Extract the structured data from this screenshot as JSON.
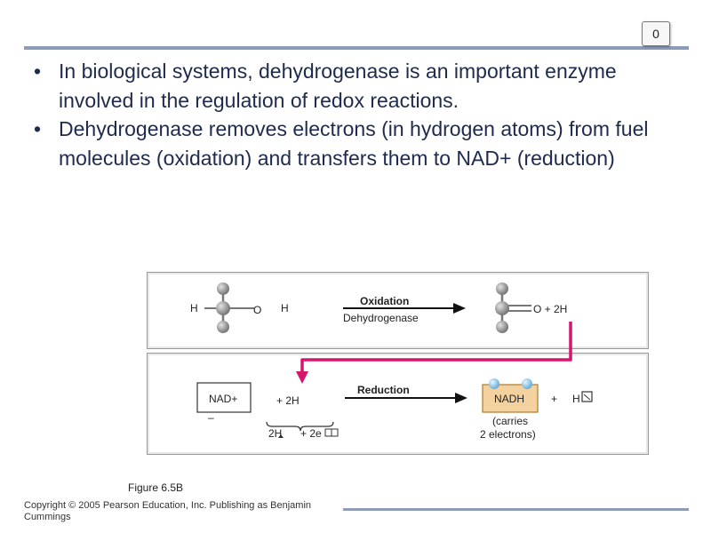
{
  "slide": {
    "number": "0"
  },
  "bullets": [
    "In biological systems, dehydrogenase is an important enzyme involved in the regulation of redox reactions.",
    "Dehydrogenase removes electrons (in hydrogen atoms) from fuel molecules (oxidation) and transfers them to NAD+ (reduction)"
  ],
  "bullet_symbol": "•",
  "diagram": {
    "top": {
      "h_left": "H",
      "o_left": "O",
      "h_right": "H",
      "oxidation": "Oxidation",
      "dehydrogenase": "Dehydrogenase",
      "product": "O  +  2H"
    },
    "bottom": {
      "nad": "NAD+",
      "minus": "–",
      "plus_2h": "+  2H",
      "two_h": "2H",
      "plus_2e": "+  2e",
      "reduction": "Reduction",
      "nadh": "NADH",
      "plus": "+",
      "h_ion": "H",
      "carries_1": "(carries",
      "carries_2": "2 electrons)"
    },
    "colors": {
      "arrow": "#111111",
      "magenta": "#d6156e",
      "nadh_fill": "#f3d2a0",
      "nadh_border": "#b07a2a",
      "atom": "#8f8f8f",
      "electron": "#9fd0ef"
    }
  },
  "figure_label": "Figure 6.5B",
  "copyright": {
    "line1": "Copyright © 2005 Pearson Education, Inc. Publishing as Benjamin",
    "line2": "Cummings"
  }
}
